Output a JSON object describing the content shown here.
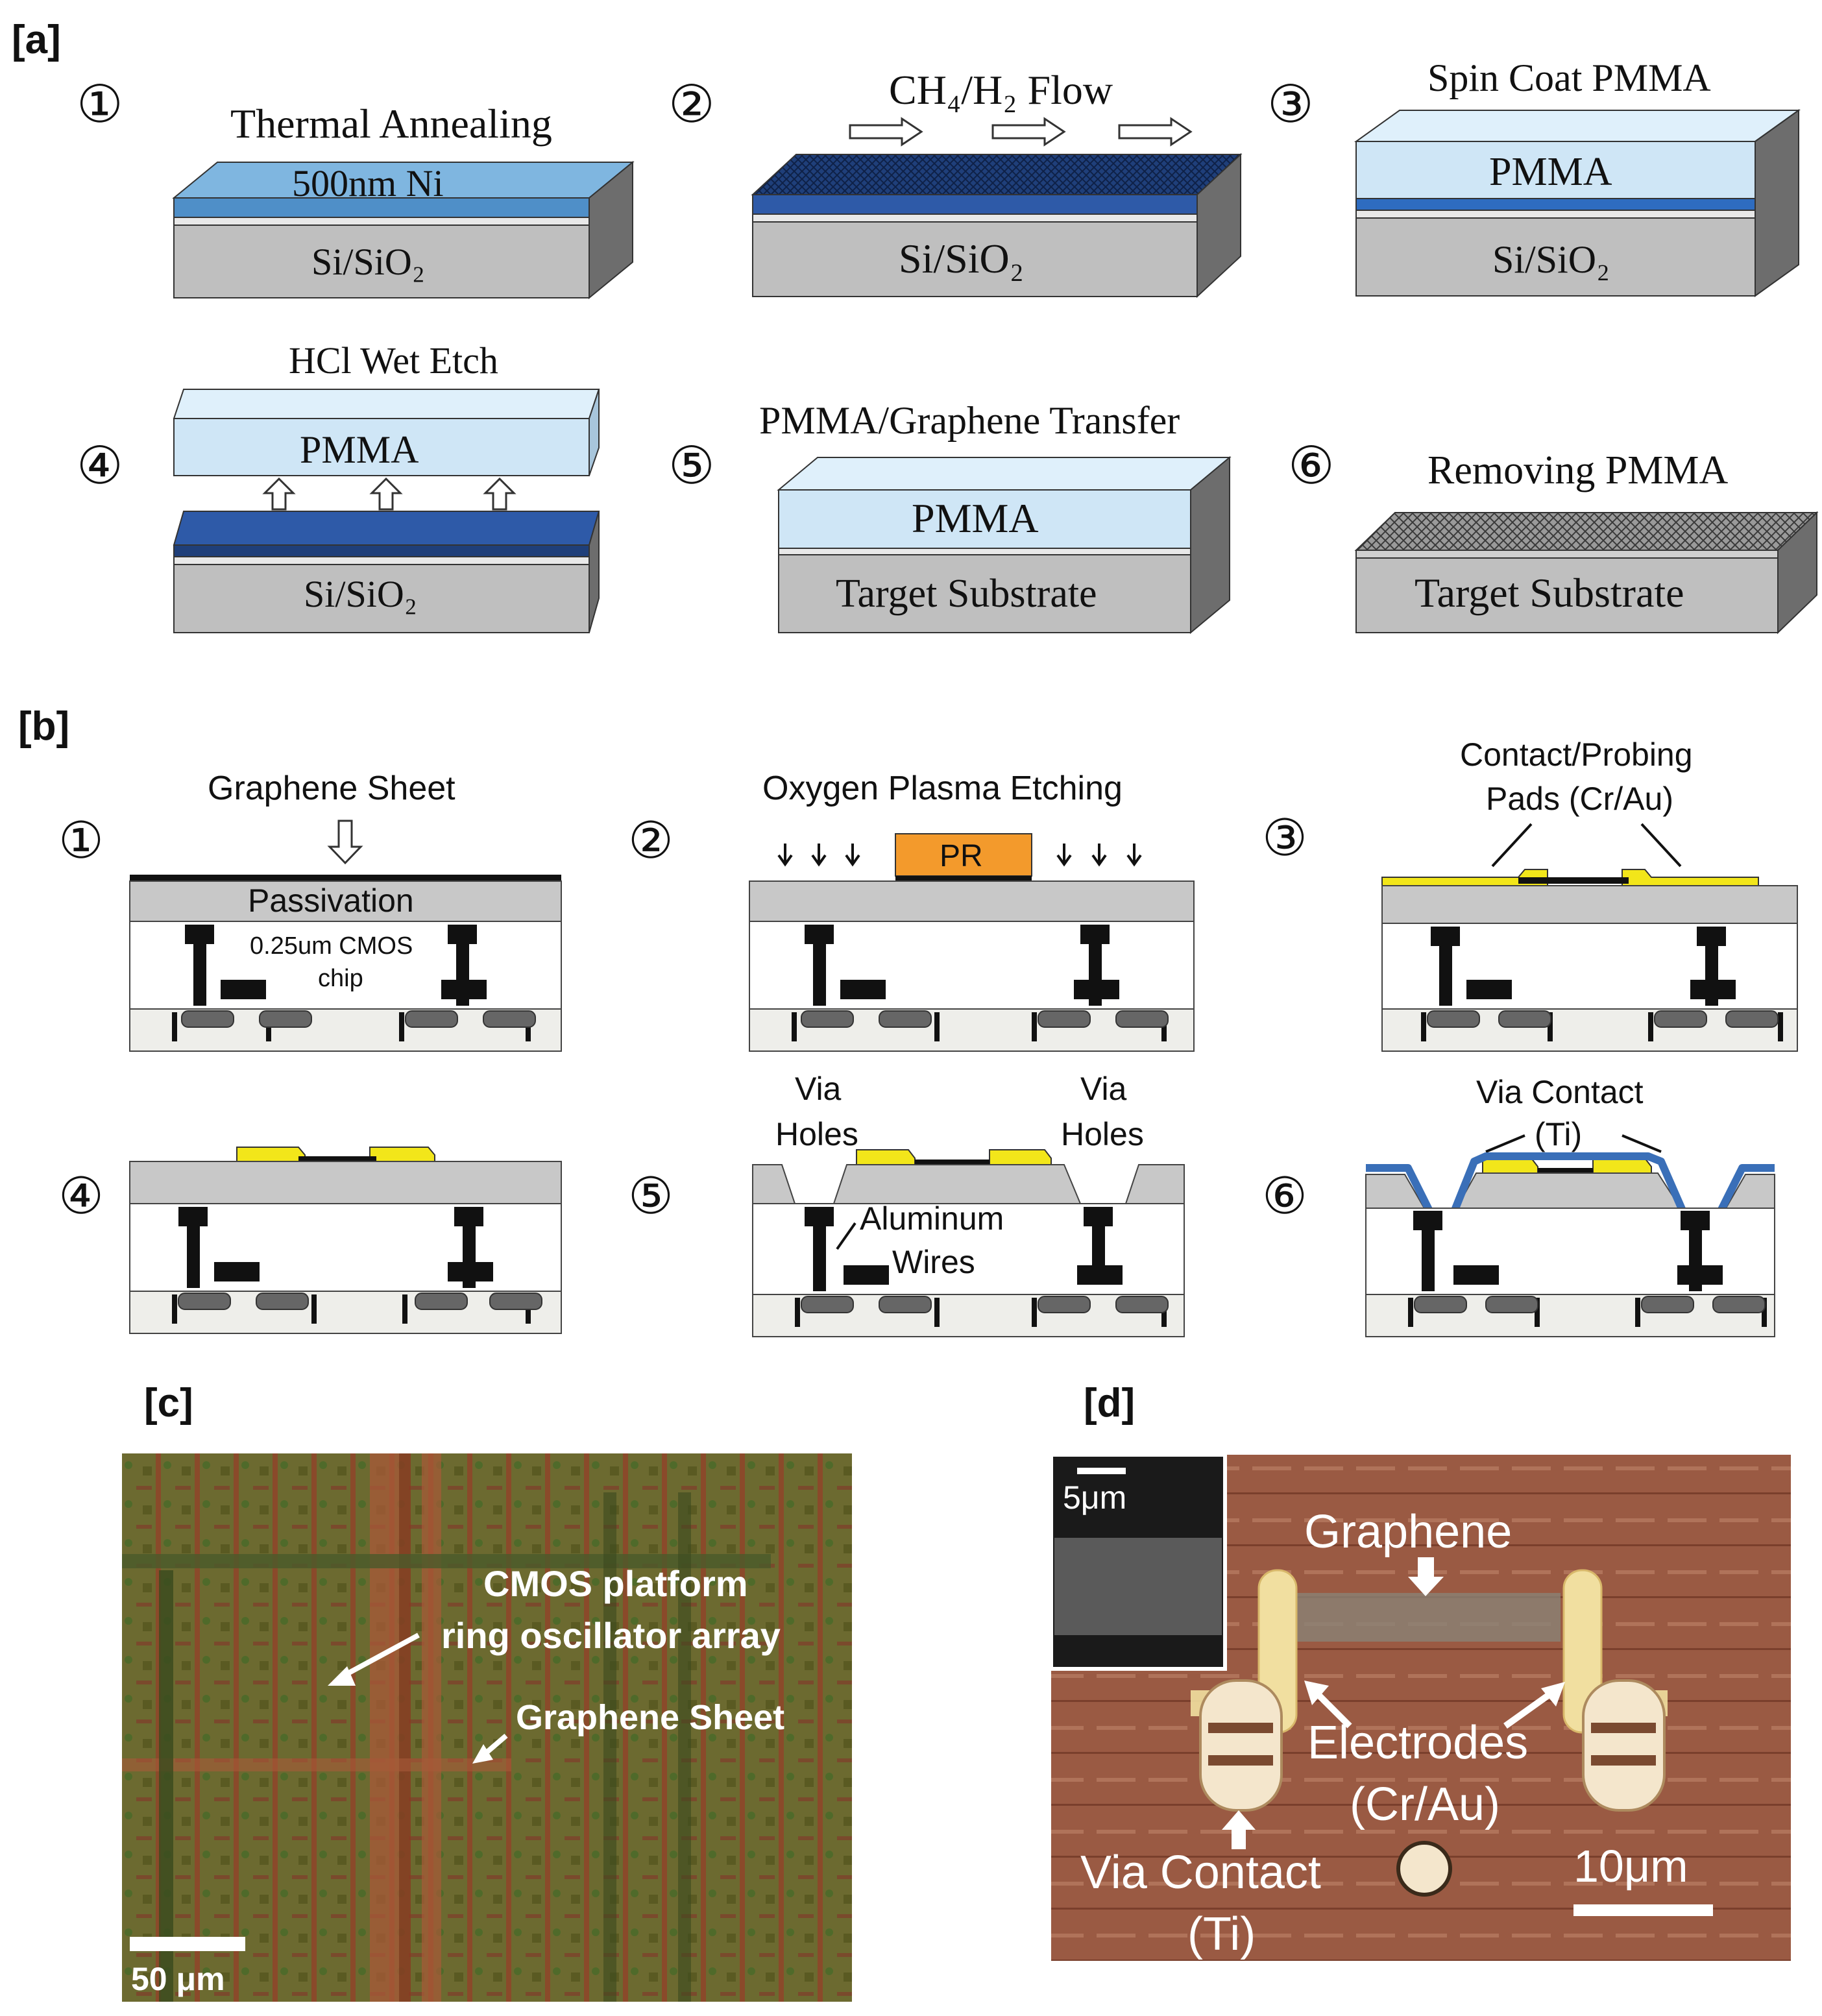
{
  "panel_labels": {
    "a": "[a]",
    "b": "[b]",
    "c": "[c]",
    "d": "[d]"
  },
  "panel_a": {
    "steps": [
      {
        "num": "①",
        "caption": "Thermal Annealing",
        "layer_label": "500nm Ni",
        "substrate": "Si/SiO₂"
      },
      {
        "num": "②",
        "caption": "CH₄/H₂ Flow",
        "substrate": "Si/SiO₂"
      },
      {
        "num": "③",
        "caption": "Spin Coat PMMA",
        "layer_label": "PMMA",
        "substrate": "Si/SiO₂"
      },
      {
        "num": "④",
        "caption": "HCl Wet Etch",
        "layer_label": "PMMA",
        "substrate": "Si/SiO₂"
      },
      {
        "num": "⑤",
        "caption": "PMMA/Graphene Transfer",
        "layer_label": "PMMA",
        "substrate": "Target Substrate"
      },
      {
        "num": "⑥",
        "caption": "Removing PMMA",
        "substrate": "Target Substrate"
      }
    ],
    "colors": {
      "top_light": "#cfe6f6",
      "ni_blue": "#4f8fc8",
      "graphene_dark": "#1f3f7a",
      "substrate_gray": "#bfbfbf",
      "side_dark": "#6d6d6d"
    }
  },
  "panel_b": {
    "steps": [
      {
        "num": "①",
        "caption": "Graphene Sheet",
        "label_passivation": "Passivation",
        "label_chip_1": "0.25um CMOS",
        "label_chip_2": "chip"
      },
      {
        "num": "②",
        "caption": "Oxygen Plasma Etching",
        "pr_label": "PR"
      },
      {
        "num": "③",
        "caption_1": "Contact/Probing",
        "caption_2": "Pads (Cr/Au)"
      },
      {
        "num": "④"
      },
      {
        "num": "⑤",
        "via_left_1": "Via",
        "via_left_2": "Holes",
        "via_right_1": "Via",
        "via_right_2": "Holes",
        "wires_1": "Aluminum",
        "wires_2": "Wires"
      },
      {
        "num": "⑥",
        "caption_1": "Via Contact",
        "caption_2": "(Ti)"
      }
    ],
    "colors": {
      "pad_yellow": "#f2e61a",
      "pr_orange": "#f39a2c",
      "ti_blue": "#3a6fb8",
      "passivation_gray": "#c8c8c8"
    }
  },
  "panel_c": {
    "label_1": "CMOS platform",
    "label_2": "ring oscillator array",
    "label_3": "Graphene Sheet",
    "scale_bar": "50 μm"
  },
  "panel_d": {
    "label_graphene": "Graphene",
    "label_electrodes_1": "Electrodes",
    "label_electrodes_2": "(Cr/Au)",
    "label_via_1": "Via Contact",
    "label_via_2": "(Ti)",
    "scale_bar": "10μm",
    "inset_scale": "5μm"
  }
}
